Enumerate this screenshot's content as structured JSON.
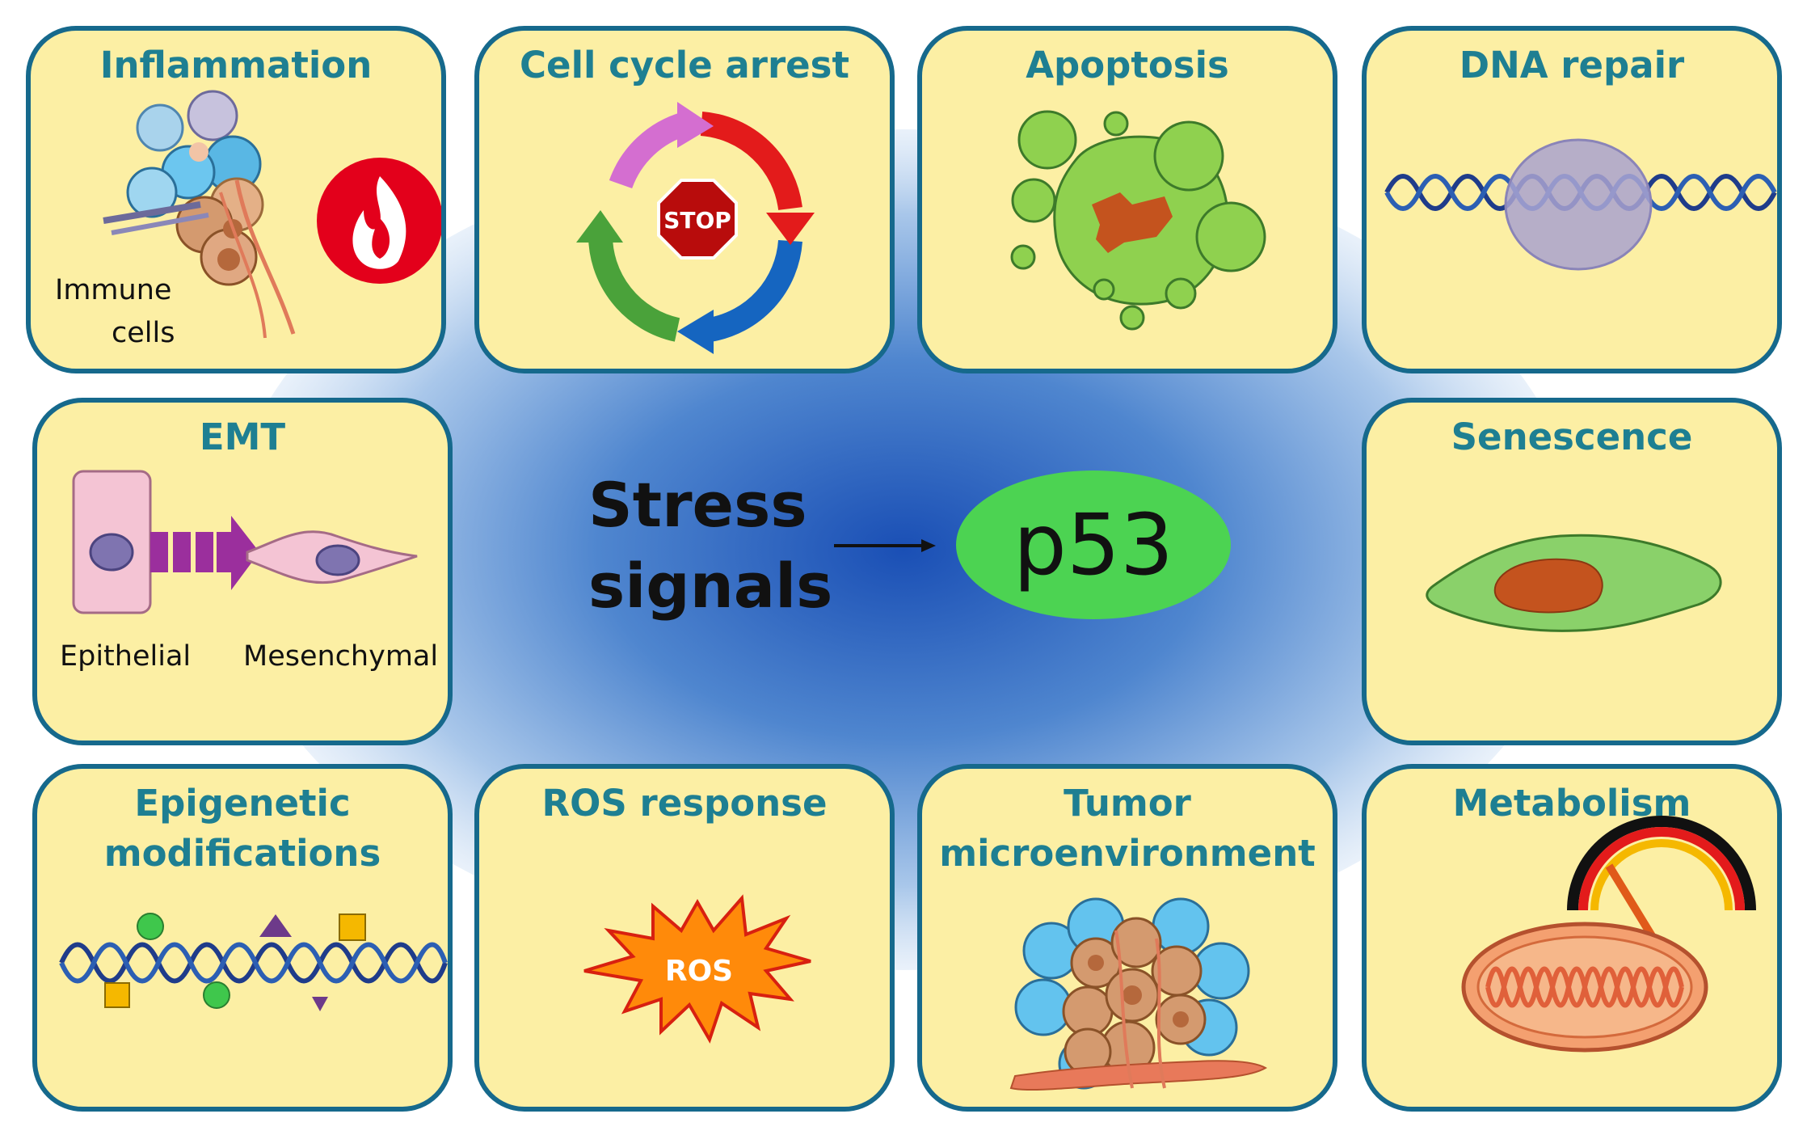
{
  "center": {
    "stress_line1": "Stress",
    "stress_line2": "signals",
    "p53": "p53"
  },
  "cards": {
    "inflammation": {
      "title": "Inflammation",
      "label_line1": "Immune",
      "label_line2": "cells"
    },
    "cell_cycle": {
      "title": "Cell cycle arrest",
      "stop": "STOP"
    },
    "apoptosis": {
      "title": "Apoptosis"
    },
    "dna_repair": {
      "title": "DNA repair"
    },
    "emt": {
      "title": "EMT",
      "label_left": "Epithelial",
      "label_right": "Mesenchymal"
    },
    "senescence": {
      "title": "Senescence"
    },
    "epigenetic": {
      "title_line1": "Epigenetic",
      "title_line2": "modifications"
    },
    "ros": {
      "title": "ROS response",
      "burst": "ROS"
    },
    "tme": {
      "title_line1": "Tumor",
      "title_line2": "microenvironment"
    },
    "metabolism": {
      "title": "Metabolism"
    }
  },
  "colors": {
    "card_fill": "#fcefa4",
    "card_border": "#16698c",
    "title_text": "#1e7f92",
    "glow_center": "#1a4fb5",
    "p53_fill": "#4cd352"
  }
}
